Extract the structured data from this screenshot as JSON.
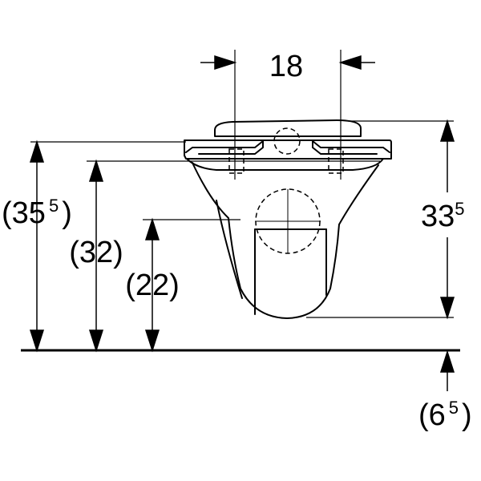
{
  "colors": {
    "line": "#000000",
    "background": "#ffffff"
  },
  "dimensions": {
    "top_width": {
      "main": "18"
    },
    "height_right": {
      "main": "33",
      "sup": "5"
    },
    "height_outer": {
      "open": "(",
      "main": "35",
      "sup": "5",
      "close": ")"
    },
    "height_mid": {
      "label": "(32)"
    },
    "height_inner": {
      "label": "(22)"
    },
    "below_floor": {
      "open": "(",
      "main": "6",
      "sup": "5",
      "close": ")"
    }
  }
}
